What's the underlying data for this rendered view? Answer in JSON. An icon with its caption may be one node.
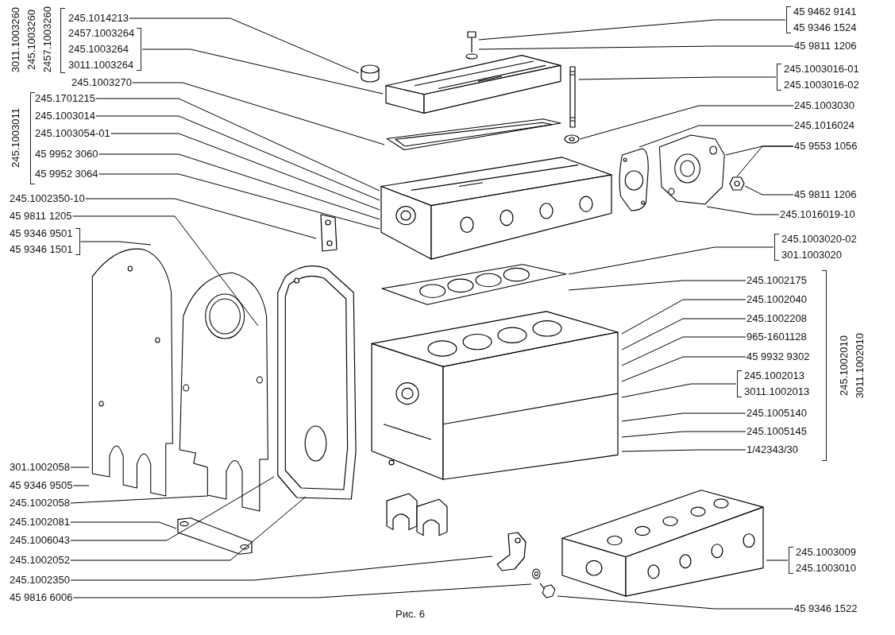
{
  "diagram": {
    "caption": "Рис. 6",
    "nodes": [
      {
        "text": [
          "3011.1003260",
          "245.1003260",
          "2457.1003260"
        ]
      },
      {
        "text": [
          "245.1014213"
        ],
        "in": 0
      },
      {
        "text": [
          "2457.1003264",
          "245.1003264",
          "3011.1003264"
        ],
        "in": 0
      },
      {
        "text": [
          "245.1003270"
        ]
      },
      {
        "text": [
          "245.1003011"
        ]
      },
      {
        "text": [
          "245.1701215"
        ],
        "in": 4
      },
      {
        "text": [
          "245.1003014"
        ],
        "in": 4
      },
      {
        "text": [
          "245.1003054-01"
        ],
        "in": 4
      },
      {
        "text": [
          "45 9952 3060"
        ],
        "in": 4
      },
      {
        "text": [
          "45 9952 3064"
        ],
        "in": 4
      },
      {
        "text": [
          "245.1002350-10"
        ]
      },
      {
        "text": [
          "45 9811 1205"
        ]
      },
      {
        "text": [
          "45 9346 9501",
          "45 9346 1501"
        ]
      },
      {
        "text": [
          "301.1002058"
        ]
      },
      {
        "text": [
          "45 9346 9505"
        ]
      },
      {
        "text": [
          "245.1002058"
        ]
      },
      {
        "text": [
          "245.1002081"
        ]
      },
      {
        "text": [
          "245.1006043"
        ]
      },
      {
        "text": [
          "245.1002052"
        ]
      },
      {
        "text": [
          "245.1002350"
        ]
      },
      {
        "text": [
          "45 9816 6006"
        ]
      },
      {
        "text": [
          "45 9462 9141",
          "45 9346 1524"
        ]
      },
      {
        "text": [
          "45 9811 1206"
        ]
      },
      {
        "text": [
          "245.1003016-01",
          "245.1003016-02"
        ]
      },
      {
        "text": [
          "245.1003030"
        ]
      },
      {
        "text": [
          "245.1016024"
        ]
      },
      {
        "text": [
          "45 9553 1056"
        ]
      },
      {
        "text": [
          "45 9811 1206"
        ]
      },
      {
        "text": [
          "245.1016019-10"
        ]
      },
      {
        "text": [
          "245.1003020-02",
          "301.1003020"
        ]
      },
      {
        "text": [
          "245.1002010",
          "3011.1002010"
        ]
      },
      {
        "text": [
          "245.1002175"
        ],
        "in": 30
      },
      {
        "text": [
          "245.1002040"
        ],
        "in": 30
      },
      {
        "text": [
          "245.1002208"
        ],
        "in": 30
      },
      {
        "text": [
          "965-1601128"
        ],
        "in": 30
      },
      {
        "text": [
          "45 9932 9302"
        ],
        "in": 30
      },
      {
        "text": [
          "245.1002013",
          "3011.1002013"
        ],
        "in": 30
      },
      {
        "text": [
          "245.1005140"
        ],
        "in": 30
      },
      {
        "text": [
          "245.1005145"
        ],
        "in": 30
      },
      {
        "text": [
          "1/42343/30"
        ],
        "in": 30
      },
      {
        "text": [
          "245.1003009",
          "245.1003010"
        ]
      },
      {
        "text": [
          "45 9346 1522"
        ]
      },
      {
        "text": [],
        "shape": "picture"
      },
      {
        "text": [],
        "shape": "picture"
      },
      {
        "text": [],
        "shape": "picture"
      },
      {
        "text": [],
        "shape": "picture"
      },
      {
        "text": [],
        "shape": "picture"
      },
      {
        "text": [],
        "shape": "picture"
      },
      {
        "text": [],
        "shape": "picture"
      },
      {
        "text": [],
        "shape": "picture"
      },
      {
        "text": [],
        "shape": "picture"
      },
      {
        "text": [],
        "shape": "picture"
      },
      {
        "text": [],
        "shape": "picture"
      },
      {
        "text": [],
        "shape": "picture"
      },
      {
        "text": [],
        "shape": "picture"
      },
      {
        "text": [],
        "shape": "picture"
      },
      {
        "text": [],
        "shape": "picture"
      },
      {
        "text": [],
        "shape": "picture"
      },
      {
        "text": [],
        "shape": "picture"
      },
      {
        "text": [],
        "shape": "picture"
      },
      {
        "text": [],
        "shape": "picture"
      },
      {
        "text": [],
        "shape": "picture"
      },
      {
        "text": [],
        "shape": "picture"
      }
    ],
    "edges": [
      {
        "from": 1,
        "to": 42,
        "arrow": "none"
      },
      {
        "from": 2,
        "to": 43,
        "arrow": "none"
      },
      {
        "from": 3,
        "to": 44,
        "arrow": "none"
      },
      {
        "from": 5,
        "to": 51,
        "arrow": "none"
      },
      {
        "from": 6,
        "to": 51,
        "arrow": "none"
      },
      {
        "from": 7,
        "to": 51,
        "arrow": "none"
      },
      {
        "from": 8,
        "to": 51,
        "arrow": "none"
      },
      {
        "from": 9,
        "to": 51,
        "arrow": "none"
      },
      {
        "from": 10,
        "to": 54,
        "arrow": "none"
      },
      {
        "from": 11,
        "to": 56,
        "arrow": "none"
      },
      {
        "from": 12,
        "to": 55,
        "arrow": "none"
      },
      {
        "from": 13,
        "to": 55,
        "arrow": "none"
      },
      {
        "from": 14,
        "to": 55,
        "arrow": "none"
      },
      {
        "from": 15,
        "to": 56,
        "arrow": "none"
      },
      {
        "from": 16,
        "to": 58,
        "arrow": "none"
      },
      {
        "from": 17,
        "to": 57,
        "arrow": "none"
      },
      {
        "from": 18,
        "to": 57,
        "arrow": "none"
      },
      {
        "from": 19,
        "to": 59,
        "arrow": "none"
      },
      {
        "from": 20,
        "to": 60,
        "arrow": "none"
      },
      {
        "from": 21,
        "to": 45,
        "arrow": "none"
      },
      {
        "from": 22,
        "to": 45,
        "arrow": "none"
      },
      {
        "from": 23,
        "to": 46,
        "arrow": "none"
      },
      {
        "from": 24,
        "to": 47,
        "arrow": "none"
      },
      {
        "from": 25,
        "to": 48,
        "arrow": "none"
      },
      {
        "from": 26,
        "to": 49,
        "arrow": "none"
      },
      {
        "from": 26,
        "to": 50,
        "arrow": "none"
      },
      {
        "from": 27,
        "to": 50,
        "arrow": "none"
      },
      {
        "from": 28,
        "to": 49,
        "arrow": "none"
      },
      {
        "from": 29,
        "to": 52,
        "arrow": "none"
      },
      {
        "from": 31,
        "to": 52,
        "arrow": "none"
      },
      {
        "from": 32,
        "to": 53,
        "arrow": "none"
      },
      {
        "from": 33,
        "to": 53,
        "arrow": "none"
      },
      {
        "from": 34,
        "to": 53,
        "arrow": "none"
      },
      {
        "from": 35,
        "to": 53,
        "arrow": "none"
      },
      {
        "from": 36,
        "to": 53,
        "arrow": "none"
      },
      {
        "from": 37,
        "to": 53,
        "arrow": "none"
      },
      {
        "from": 38,
        "to": 53,
        "arrow": "none"
      },
      {
        "from": 39,
        "to": 53,
        "arrow": "none"
      },
      {
        "from": 40,
        "to": 61,
        "arrow": "none"
      },
      {
        "from": 41,
        "to": 60,
        "arrow": "none"
      }
    ]
  }
}
